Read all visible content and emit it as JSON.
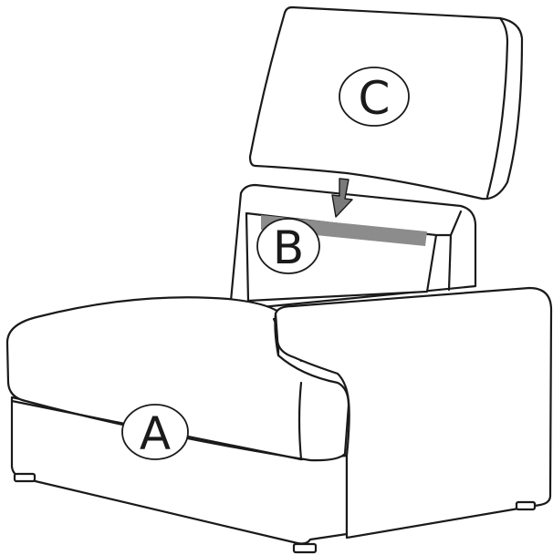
{
  "diagram": {
    "labels": {
      "a": "A",
      "b": "B",
      "c": "C"
    },
    "colors": {
      "line": "#1a1a1a",
      "fill": "#ffffff",
      "slot": "#8c8c8c",
      "arrow": "#7a7a7a"
    }
  }
}
